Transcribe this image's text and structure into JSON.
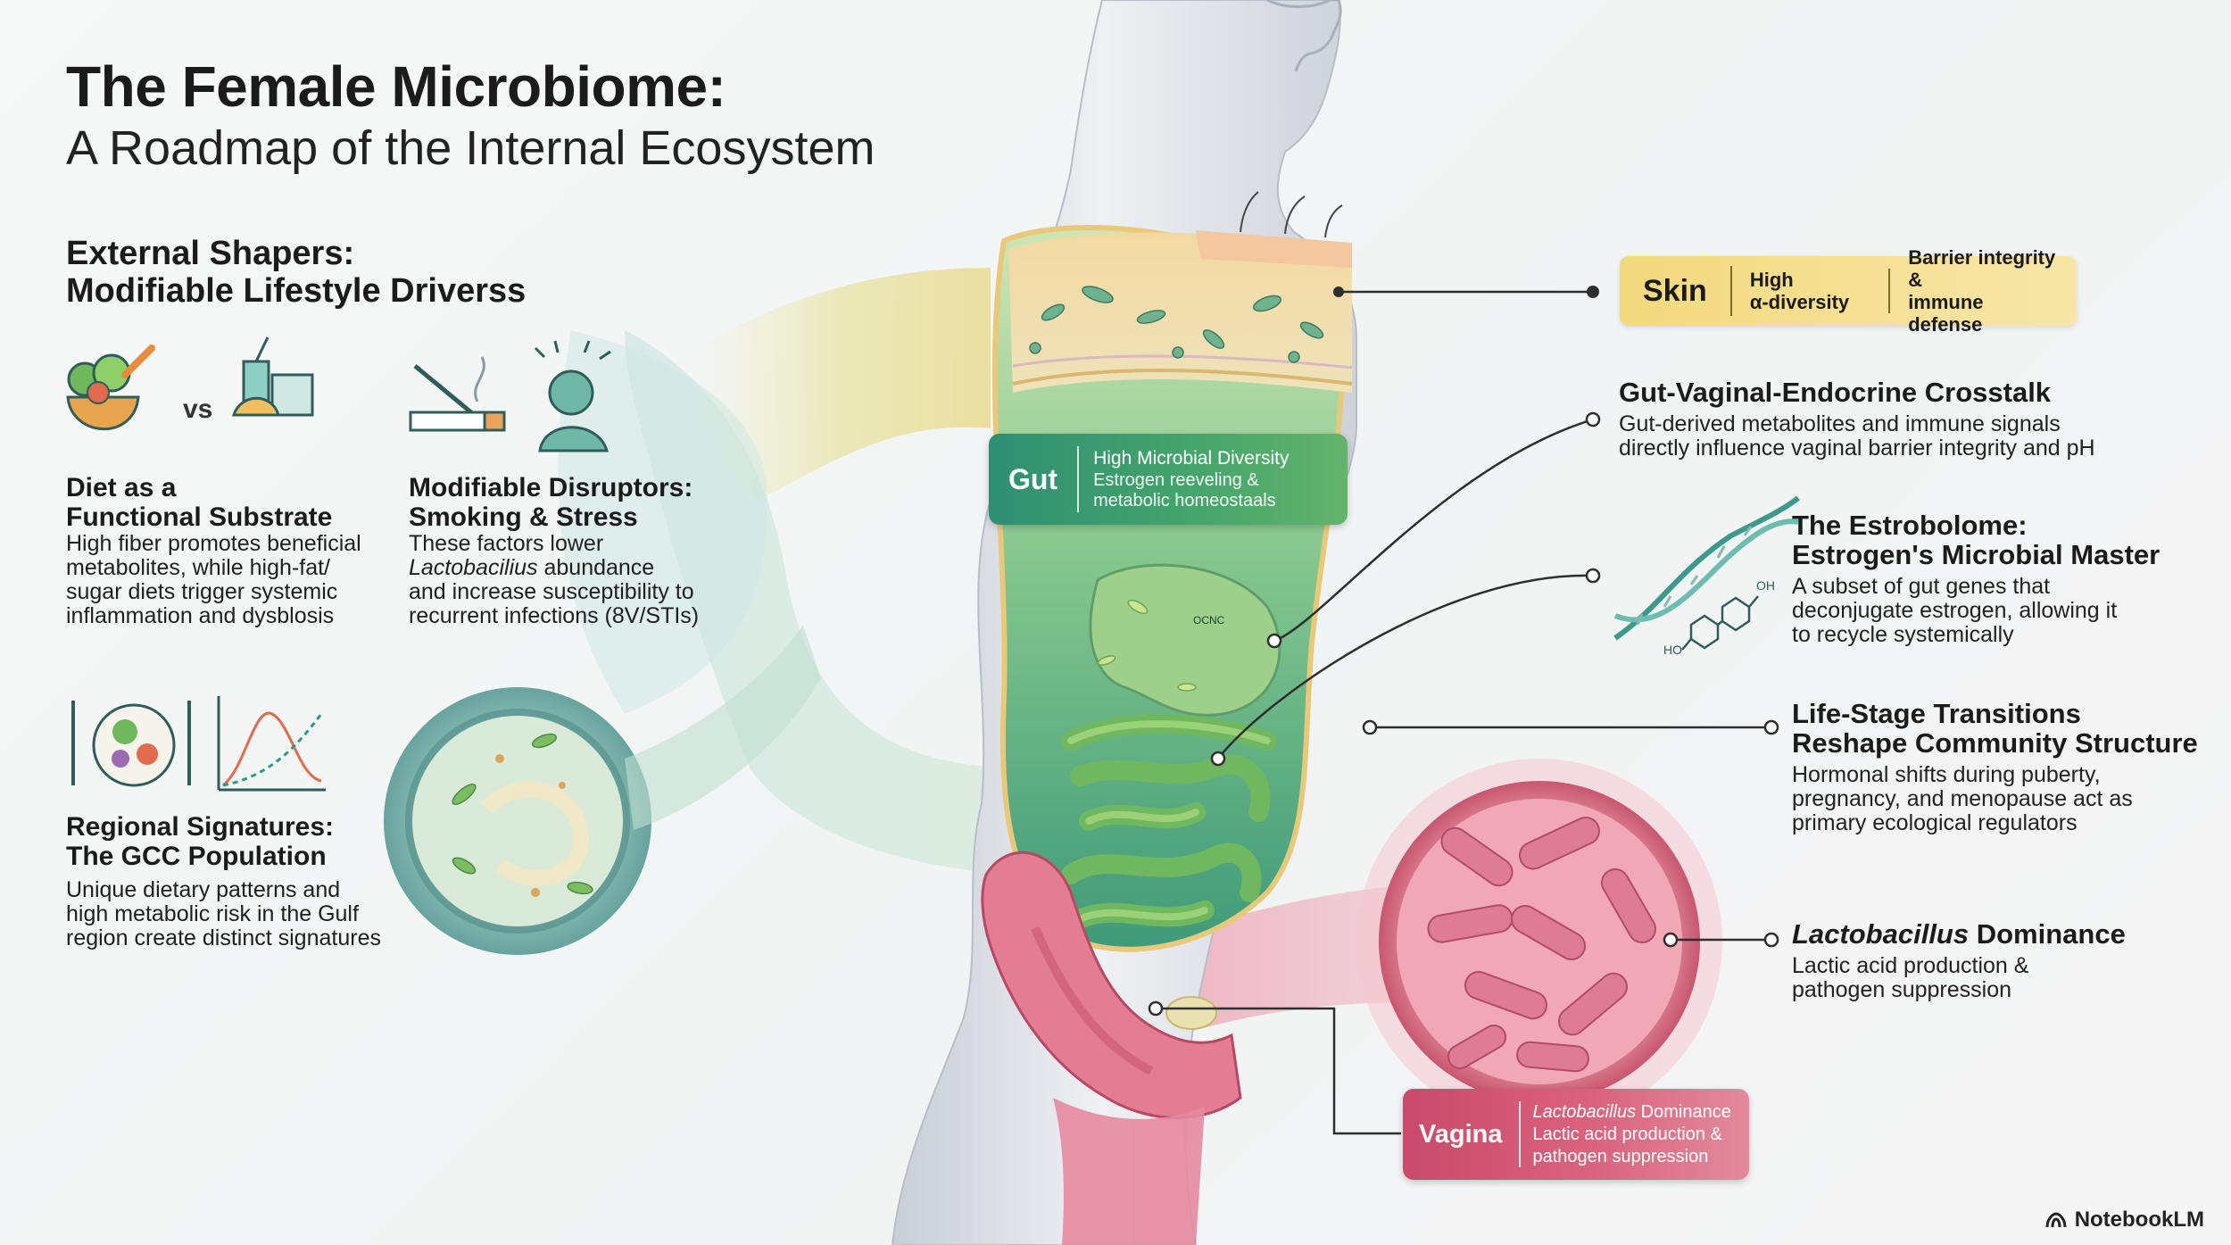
{
  "header": {
    "title": "The Female Microbiome:",
    "subtitle": "A Roadmap of the Internal Ecosystem"
  },
  "external": {
    "title_line1": "External Shapers:",
    "title_line2": "Modifiable Lifestyle Driverss",
    "diet": {
      "vs": "vs",
      "title_line1": "Diet as a",
      "title_line2": "Functional Substrate",
      "body": [
        "High fiber promotes beneficial",
        "metabolites, while high-fat/",
        "sugar diets trigger systemic",
        "inflammation and dysblosis"
      ]
    },
    "disruptors": {
      "title_line1": "Modifiable Disruptors:",
      "title_line2": "Smoking & Stress",
      "body_line1": "These factors lower",
      "body_italic": "Lactobacilius",
      "body_line2_rest": " abundance",
      "body_rest": [
        "and increase susceptibility to",
        "recurrent infections (8V/STIs)"
      ]
    },
    "regional": {
      "title_line1": "Regional Signatures:",
      "title_line2": "The GCC Population",
      "body": [
        "Unique dietary patterns and",
        "high metabolic risk in the Gulf",
        "region create distinct signatures"
      ]
    }
  },
  "skin_box": {
    "label": "Skin",
    "diversity_line1": "High",
    "diversity_line2": "α-diversity",
    "role_line1": "Barrier integrity &",
    "role_line2": "immune defense"
  },
  "gut_box": {
    "label": "Gut",
    "line1": "High Microbial Diversity",
    "line2": "Estrogen reeveling &",
    "line3": "metabolic homeostaals"
  },
  "vagina_box": {
    "label": "Vagina",
    "line1_italic": "Lactobacillus",
    "line1_rest": " Dominance",
    "line2": "Lactic acid production &",
    "line3": "pathogen suppression"
  },
  "crosstalk": {
    "title": "Gut-Vaginal-Endocrine Crosstalk",
    "body": [
      "Gut-derived metabolites and immune signals",
      "directly influence vaginal barrier integrity and pH"
    ]
  },
  "estrobolome": {
    "title_line1": "The Estrobolome:",
    "title_line2": "Estrogen's Microbial Master",
    "body": [
      "A subset of gut genes that",
      "deconjugate estrogen, allowing it",
      "to recycle systemically"
    ],
    "mol_oh": "OH",
    "mol_ho": "HO"
  },
  "life_stage": {
    "title_line1": "Life-Stage Transitions",
    "title_line2": "Reshape Community Structure",
    "body": [
      "Hormonal shifts during puberty,",
      "pregnancy, and menopause act as",
      "primary ecological regulators"
    ]
  },
  "lacto": {
    "title_italic": "Lactobacillus",
    "title_rest": " Dominance",
    "body": [
      "Lactic acid production &",
      "pathogen suppression"
    ]
  },
  "stomach_label": "OCNC",
  "brand": "NotebookLM",
  "colors": {
    "gut_green": "#47a56c",
    "skin_yellow": "#f3d97e",
    "vagina_pink": "#d9637f",
    "body_gray": "#d9dde3"
  }
}
